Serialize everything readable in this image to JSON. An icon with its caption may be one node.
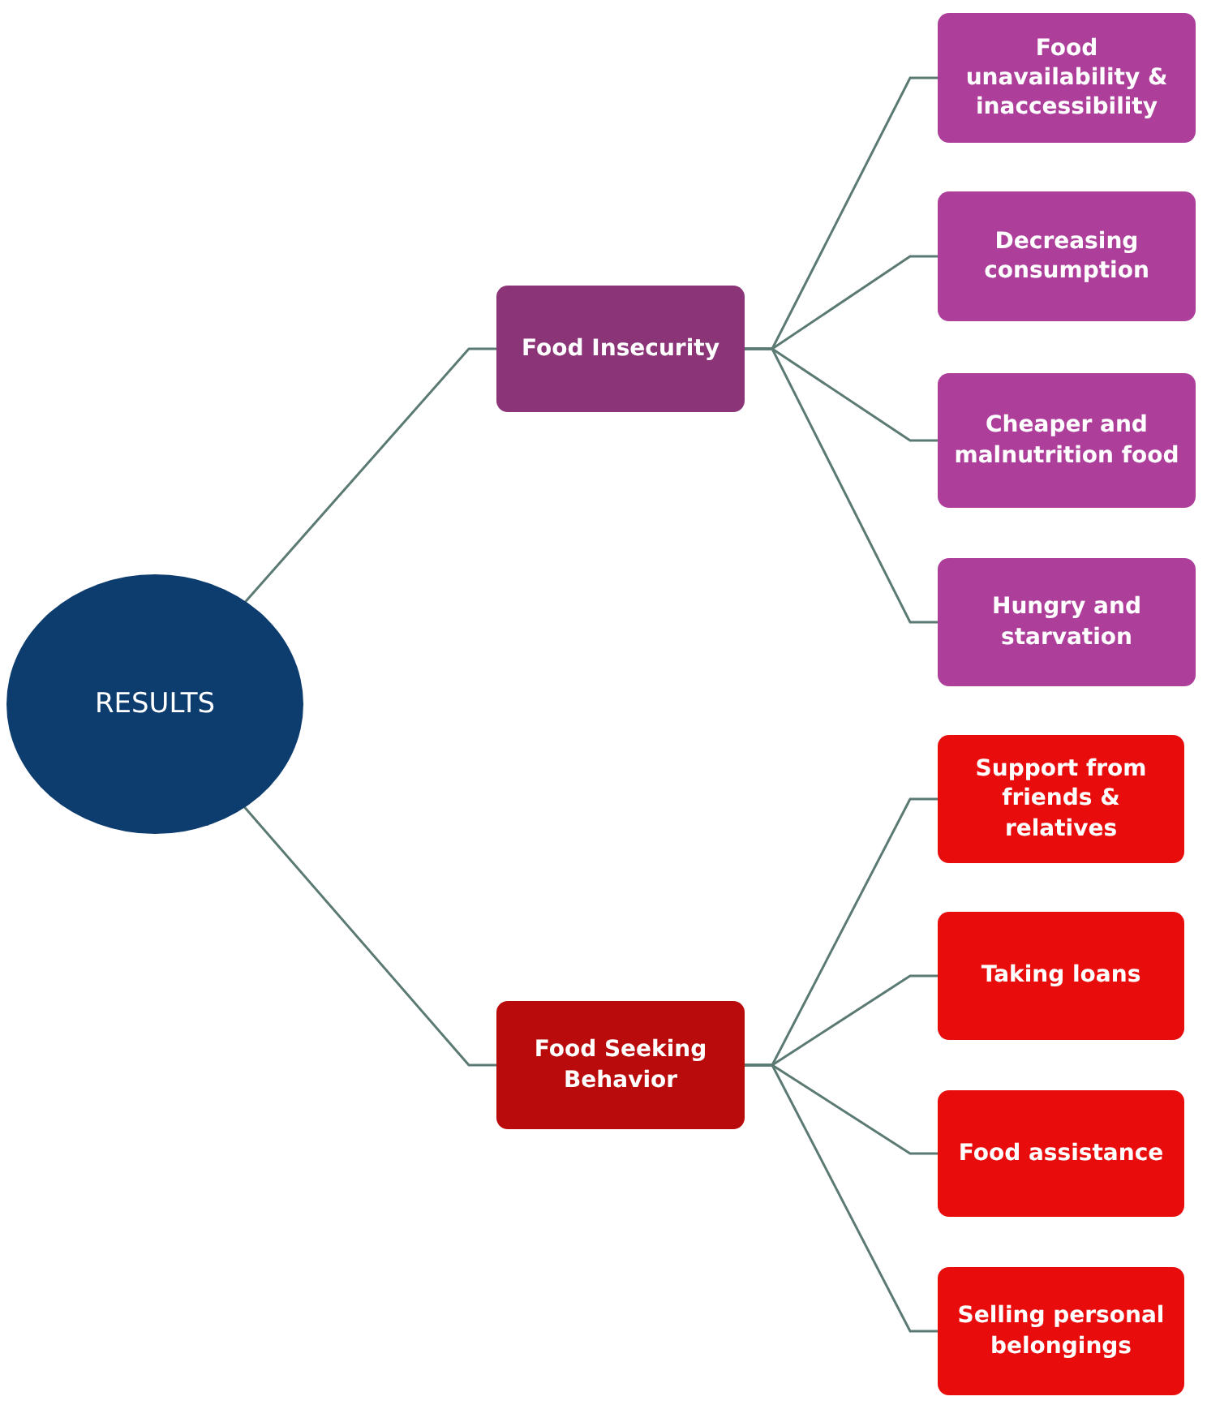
{
  "diagram": {
    "nodes": [
      {
        "text": [
          "RESULTS"
        ]
      },
      {
        "text": [
          "Food Insecurity"
        ]
      },
      {
        "text": [
          "Food unavailability & inaccessibility"
        ]
      },
      {
        "text": [
          "Decreasing consumption"
        ]
      },
      {
        "text": [
          "Cheaper and malnutrition food"
        ]
      },
      {
        "text": [
          "Hungry and starvation"
        ]
      },
      {
        "text": [
          "Food Seeking Behavior"
        ]
      },
      {
        "text": [
          "Support from friends & relatives"
        ]
      },
      {
        "text": [
          "Taking loans"
        ]
      },
      {
        "text": [
          "Food assistance"
        ]
      },
      {
        "text": [
          "Selling personal belongings"
        ]
      }
    ],
    "edges": [
      {
        "from": 0,
        "to": 1,
        "arrow": "none"
      },
      {
        "from": 1,
        "to": 2,
        "arrow": "none"
      },
      {
        "from": 1,
        "to": 3,
        "arrow": "none"
      },
      {
        "from": 1,
        "to": 4,
        "arrow": "none"
      },
      {
        "from": 1,
        "to": 5,
        "arrow": "none"
      },
      {
        "from": 0,
        "to": 6,
        "arrow": "none"
      },
      {
        "from": 6,
        "to": 7,
        "arrow": "none"
      },
      {
        "from": 6,
        "to": 8,
        "arrow": "none"
      },
      {
        "from": 6,
        "to": 9,
        "arrow": "none"
      },
      {
        "from": 6,
        "to": 10,
        "arrow": "none"
      }
    ]
  }
}
